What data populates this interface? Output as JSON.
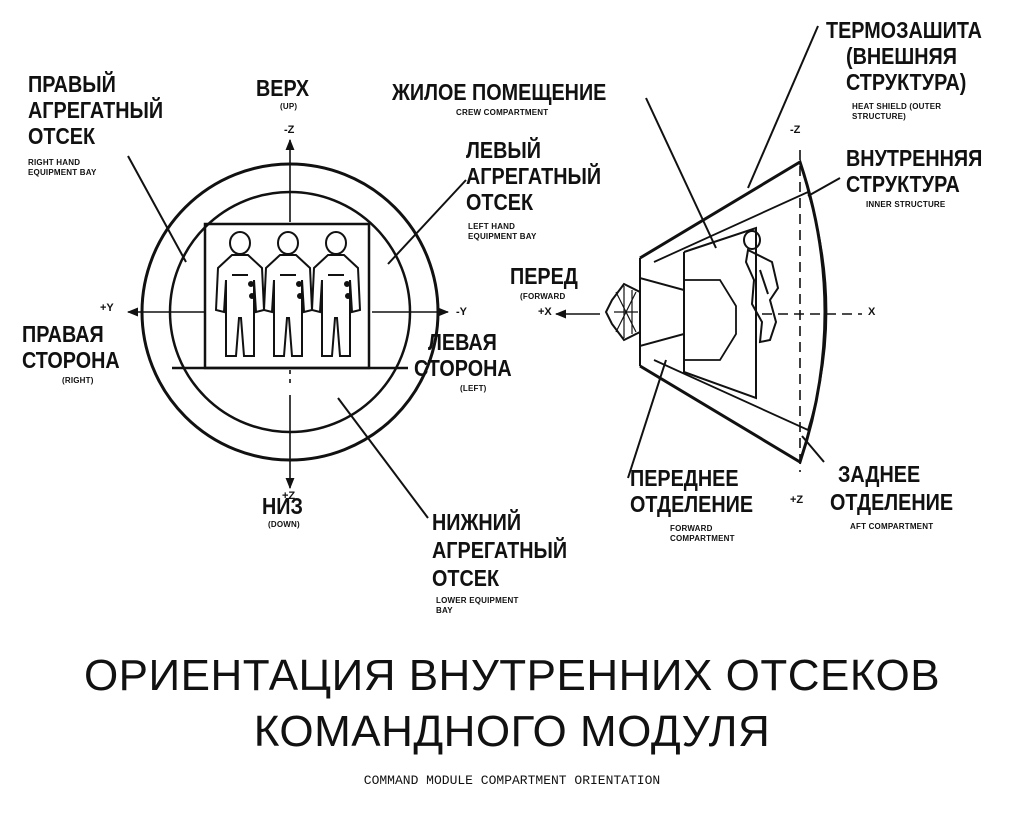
{
  "labels": {
    "right_bay_ru": [
      "ПРАВЫЙ",
      "АГРЕГАТНЫЙ",
      "ОТСЕК"
    ],
    "right_bay_en": [
      "RIGHT HAND",
      "EQUIPMENT BAY"
    ],
    "up_ru": "ВЕРХ",
    "up_en": "(UP)",
    "left_bay_ru": [
      "ЛЕВЫЙ",
      "АГРЕГАТНЫЙ",
      "ОТСЕК"
    ],
    "left_bay_en": [
      "LEFT HAND",
      "EQUIPMENT BAY"
    ],
    "right_side_ru": [
      "ПРАВАЯ",
      "СТОРОНА"
    ],
    "right_side_en": "(RIGHT)",
    "left_side_ru": [
      "ЛЕВАЯ",
      "СТОРОНА"
    ],
    "left_side_en": "(LEFT)",
    "down_ru": "НИЗ",
    "down_en": "(DOWN)",
    "lower_bay_ru": [
      "НИЖНИЙ",
      "АГРЕГАТНЫЙ",
      "ОТСЕК"
    ],
    "lower_bay_en": [
      "LOWER EQUIPMENT",
      "BAY"
    ],
    "crew_ru": "ЖИЛОЕ ПОМЕЩЕНИЕ",
    "crew_en": "CREW COMPARTMENT",
    "heat_shield_ru": [
      "ТЕРМОЗАШИТА",
      "(ВНЕШНЯЯ",
      "СТРУКТУРА)"
    ],
    "heat_shield_en": [
      "HEAT SHIELD (OUTER",
      "STRUCTURE)"
    ],
    "inner_ru": [
      "ВНУТРЕННЯЯ",
      "СТРУКТУРА"
    ],
    "inner_en": "INNER STRUCTURE",
    "forward_ru": "ПЕРЕД",
    "forward_en": "(FORWARD",
    "forward_comp_ru": [
      "ПЕРЕДНЕЕ",
      "ОТДЕЛЕНИЕ"
    ],
    "forward_comp_en": [
      "FORWARD",
      "COMPARTMENT"
    ],
    "aft_comp_ru": [
      "ЗАДНЕЕ",
      "ОТДЕЛЕНИЕ"
    ],
    "aft_comp_en": "AFT COMPARTMENT"
  },
  "axes": {
    "minus_z_left": "-Z",
    "plus_y": "+Y",
    "minus_y": "-Y",
    "plus_z_left": "+Z",
    "minus_z_right": "-Z",
    "plus_x": "+X",
    "x": "X",
    "plus_z_right": "+Z"
  },
  "title": {
    "ru": [
      "ОРИЕНТАЦИЯ ВНУТРЕННИХ ОТСЕКОВ",
      "КОМАНДНОГО МОДУЛЯ"
    ],
    "en": "COMMAND MODULE COMPARTMENT ORIENTATION"
  }
}
